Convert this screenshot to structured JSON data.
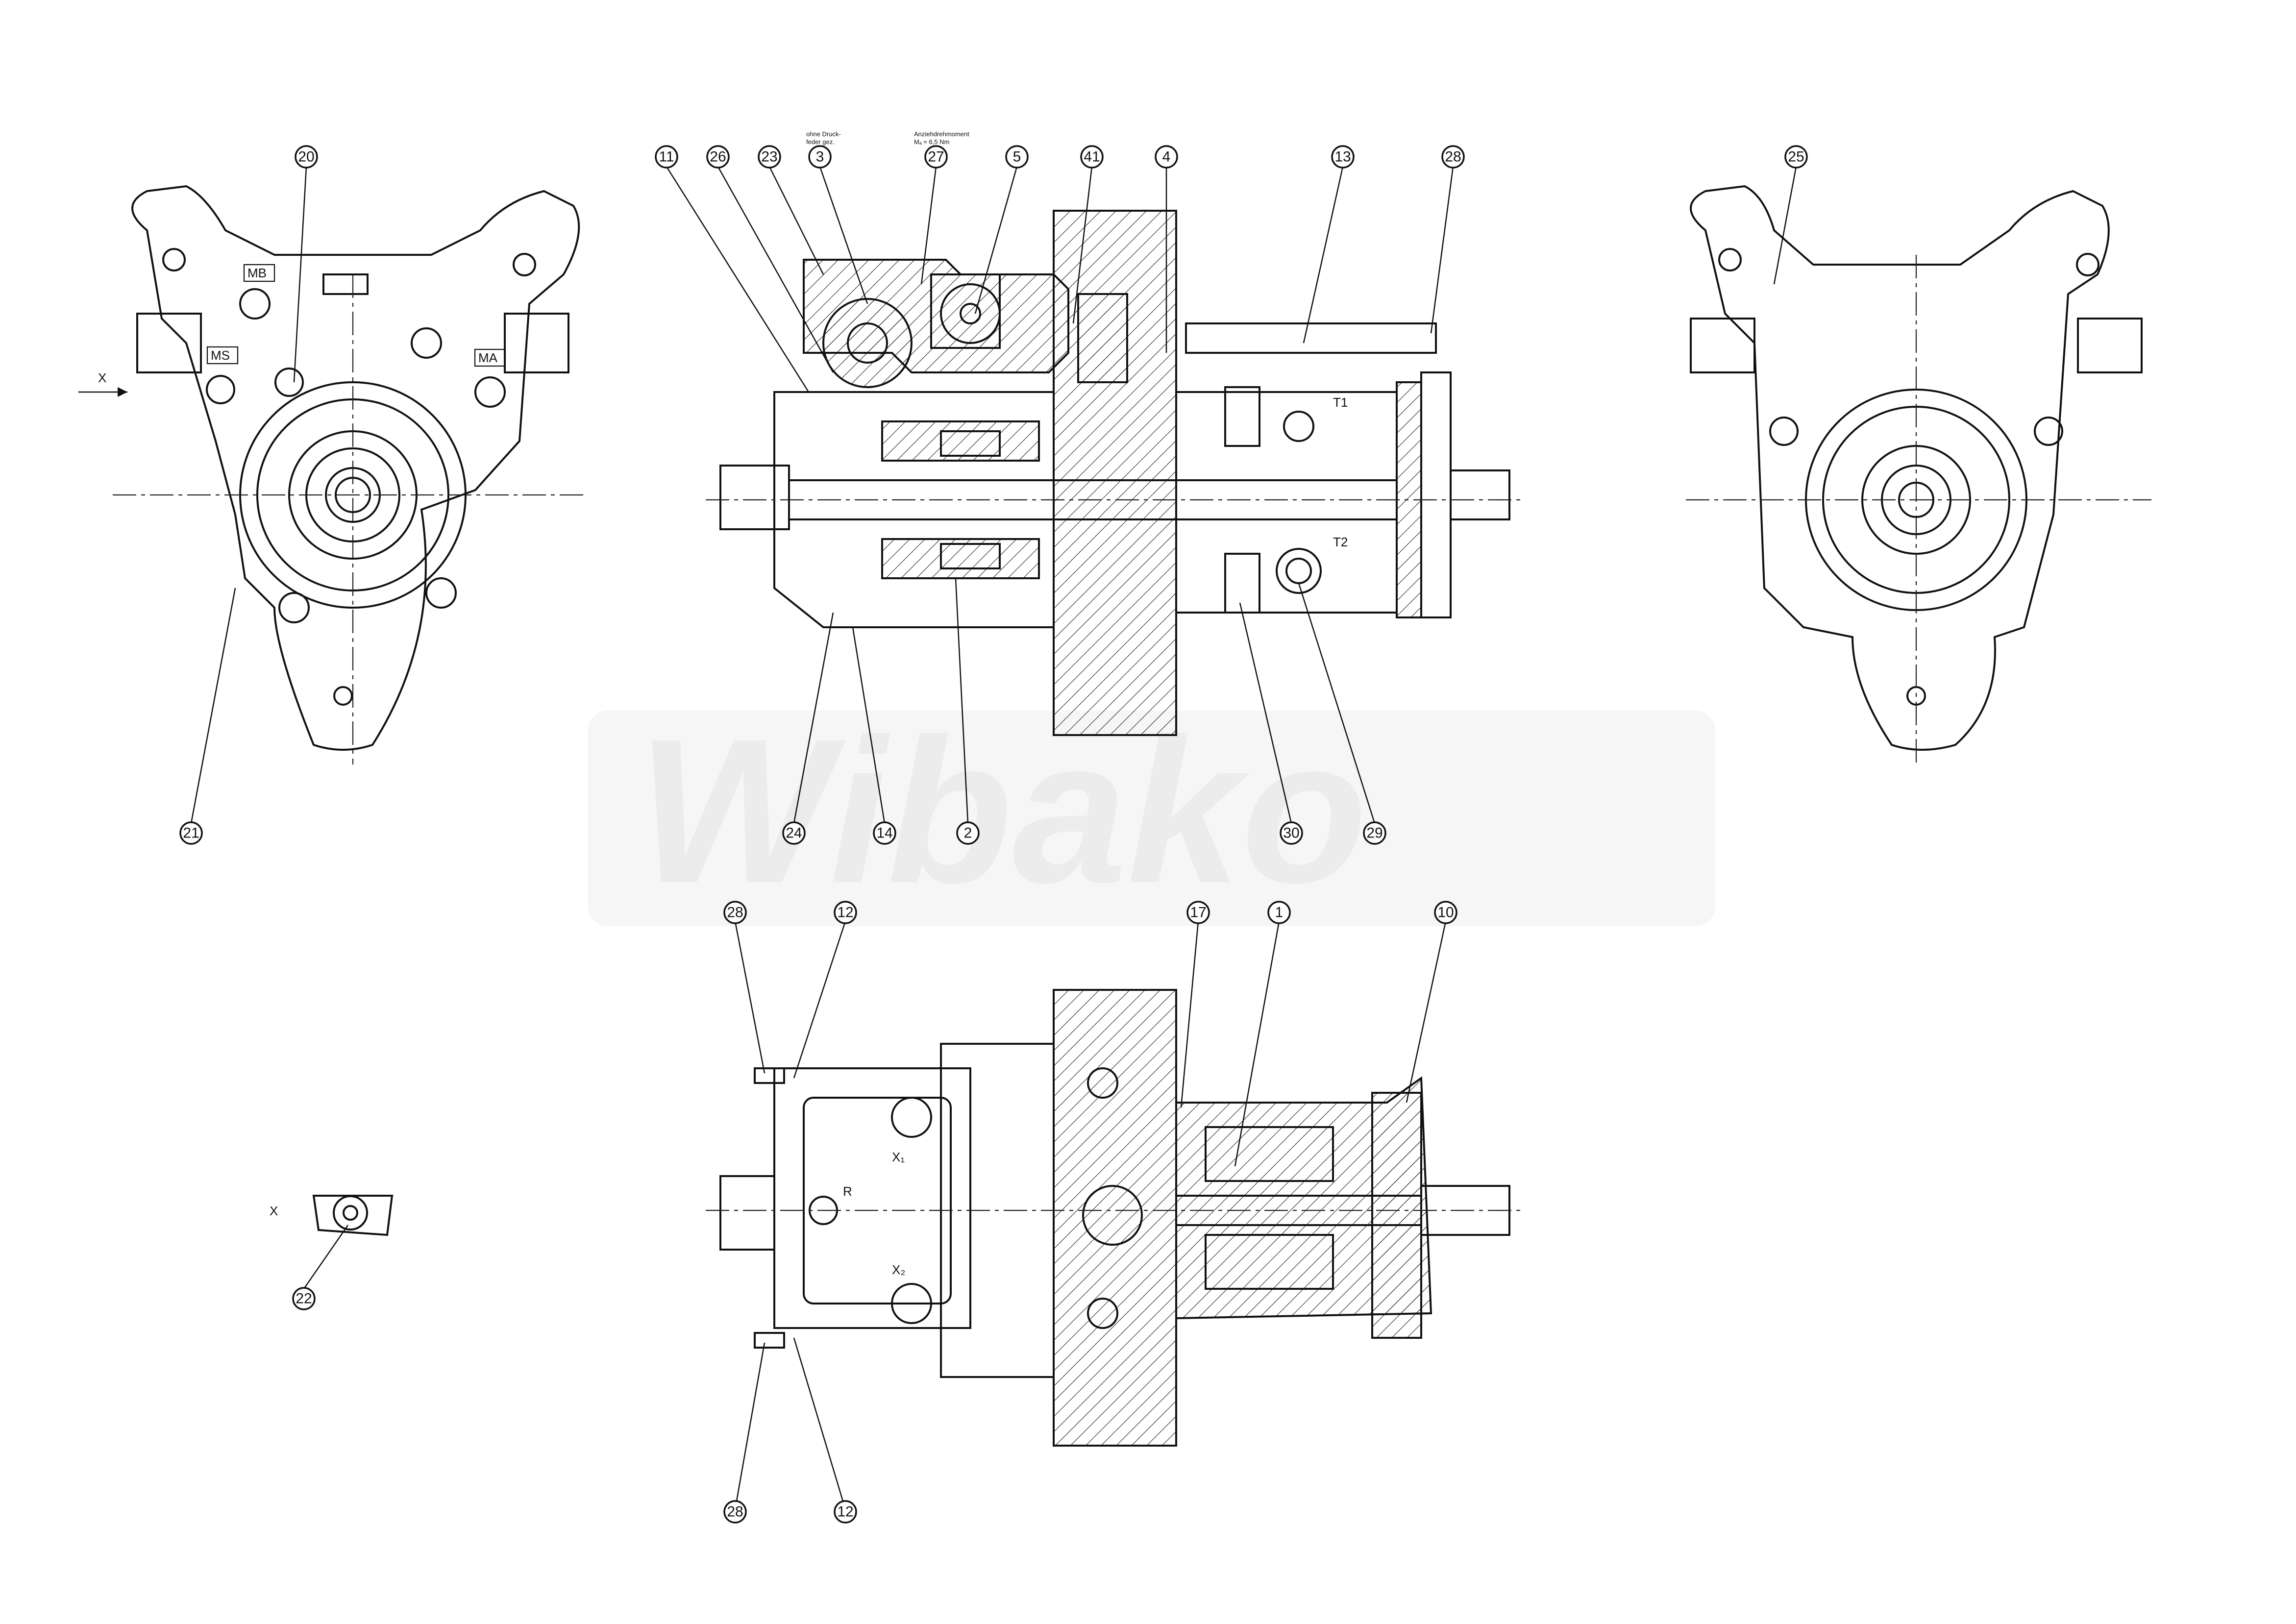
{
  "view_labels": {
    "x_arrow": "X",
    "x_detail": "X",
    "port_mb": "MB",
    "port_ms": "MS",
    "port_ma": "MA",
    "port_t1": "T1",
    "port_t2": "T2",
    "port_r": "R",
    "port_x1": "X₁",
    "port_x2": "X₂"
  },
  "notes": {
    "spring_note_1": "ohne Druck-",
    "spring_note_2": "feder gez.",
    "torque_note_1": "Anziehdrehmoment",
    "torque_note_2": "Mₐ = 6,5 Nm"
  },
  "watermark": "Wibako",
  "balloons": [
    {
      "id": "b20a",
      "text": "20"
    },
    {
      "id": "b21",
      "text": "21"
    },
    {
      "id": "b22",
      "text": "22"
    },
    {
      "id": "b11",
      "text": "11"
    },
    {
      "id": "b26",
      "text": "26"
    },
    {
      "id": "b23",
      "text": "23"
    },
    {
      "id": "b3",
      "text": "3"
    },
    {
      "id": "b27",
      "text": "27"
    },
    {
      "id": "b5",
      "text": "5"
    },
    {
      "id": "b41",
      "text": "41"
    },
    {
      "id": "b4",
      "text": "4"
    },
    {
      "id": "b13",
      "text": "13"
    },
    {
      "id": "b28a",
      "text": "28"
    },
    {
      "id": "b25",
      "text": "25"
    },
    {
      "id": "b24",
      "text": "24"
    },
    {
      "id": "b14",
      "text": "14"
    },
    {
      "id": "b2",
      "text": "2"
    },
    {
      "id": "b30",
      "text": "30"
    },
    {
      "id": "b29",
      "text": "29"
    },
    {
      "id": "b28b",
      "text": "28"
    },
    {
      "id": "b12a",
      "text": "12"
    },
    {
      "id": "b17",
      "text": "17"
    },
    {
      "id": "b1",
      "text": "1"
    },
    {
      "id": "b10",
      "text": "10"
    },
    {
      "id": "b28c",
      "text": "28"
    },
    {
      "id": "b12b",
      "text": "12"
    }
  ]
}
